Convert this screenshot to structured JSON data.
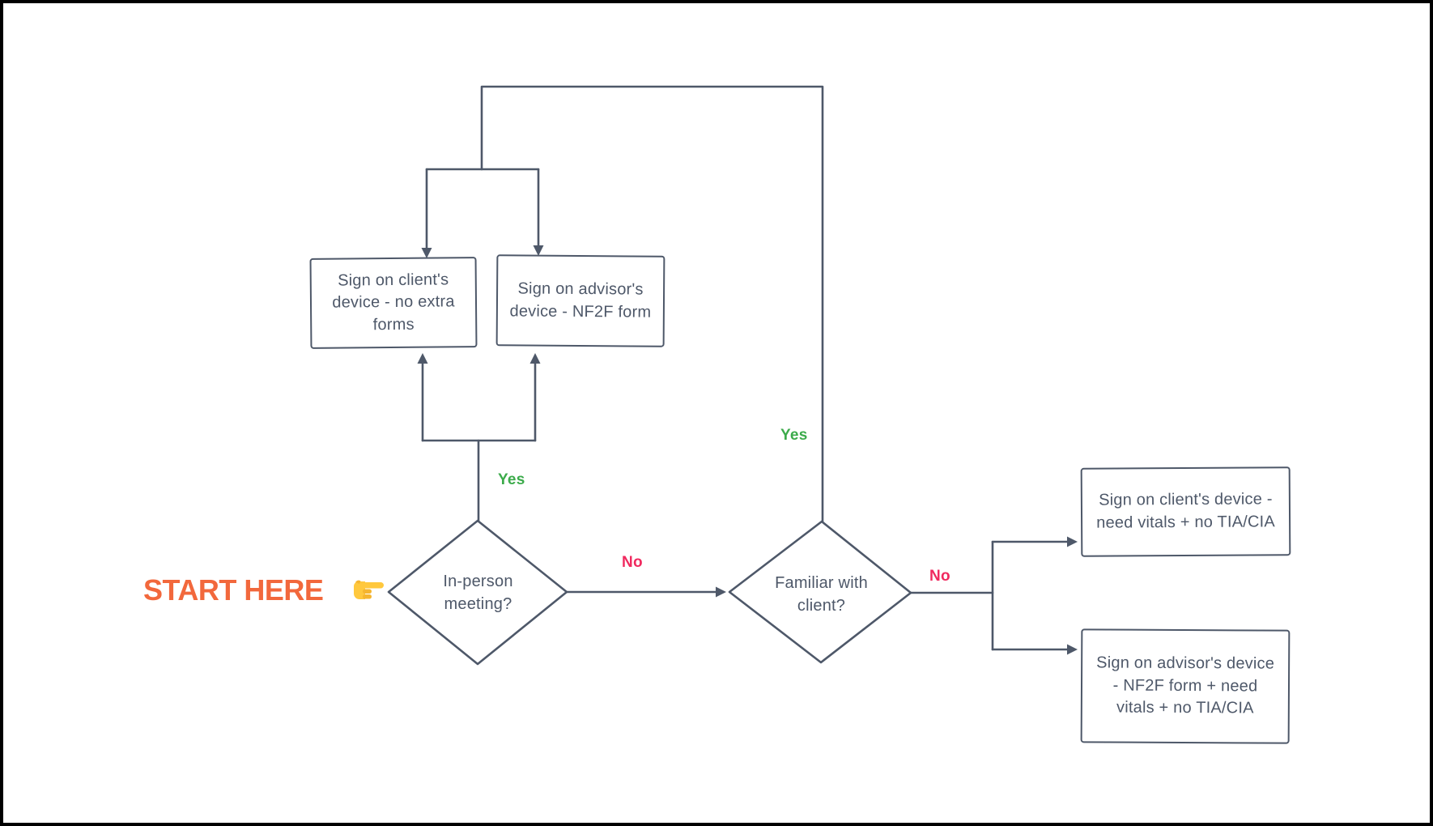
{
  "start": {
    "label": "START HERE",
    "icon": "pointing-right-hand"
  },
  "nodes": {
    "decisions": [
      {
        "label": "In-person meeting?"
      },
      {
        "label": "Familiar with client?"
      }
    ],
    "processes": [
      {
        "label": "Sign on client's device - no extra forms"
      },
      {
        "label": "Sign on advisor's device - NF2F form"
      },
      {
        "label": "Sign on client's device - need vitals + no TIA/CIA"
      },
      {
        "label": "Sign on advisor's device - NF2F form + need vitals + no TIA/CIA"
      }
    ]
  },
  "edges": {
    "labels": [
      {
        "text": "Yes",
        "type": "yes",
        "from": "In-person meeting?"
      },
      {
        "text": "No",
        "type": "no",
        "from": "In-person meeting?"
      },
      {
        "text": "Yes",
        "type": "yes",
        "from": "Familiar with client?"
      },
      {
        "text": "No",
        "type": "no",
        "from": "Familiar with client?"
      }
    ]
  },
  "colors": {
    "line": "#4E5869",
    "node_text": "#4E5869",
    "yes_label": "#3CAB4B",
    "no_label": "#F02A5F",
    "start_label": "#F2683C",
    "frame": "#000000",
    "background": "#ffffff"
  }
}
